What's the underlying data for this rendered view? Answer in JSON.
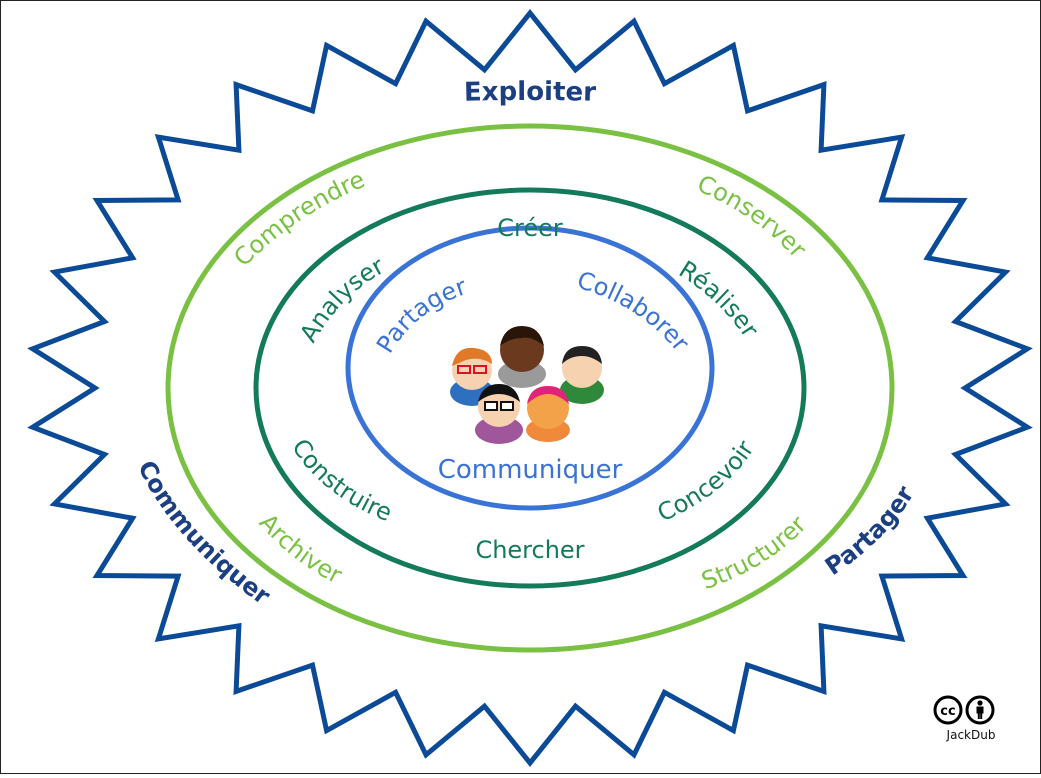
{
  "colors": {
    "star": "#0b4a96",
    "outer_ring": "#7ac143",
    "middle_ring": "#137a5a",
    "inner_ring": "#3a73d6",
    "star_text": "#1b3f82",
    "outer_text": "#7ac143",
    "middle_text": "#137a5a",
    "inner_text": "#3a73d6"
  },
  "star_labels": {
    "top": "Exploiter",
    "left": "Communiquer",
    "right": "Partager"
  },
  "outer_ring_labels": {
    "top_left": "Comprendre",
    "top_right": "Conserver",
    "bottom_left": "Archiver",
    "bottom_right": "Structurer"
  },
  "middle_ring_labels": {
    "top": "Créer",
    "top_left": "Analyser",
    "top_right": "Réaliser",
    "bottom_left": "Construire",
    "bottom_right": "Concevoir",
    "bottom": "Chercher"
  },
  "inner_ring_labels": {
    "top_left": "Partager",
    "top_right": "Collaborer",
    "bottom": "Communiquer"
  },
  "center_image": "group-of-people-icon",
  "credit": {
    "license_icon": "creative-commons-by-icon",
    "author": "JackDub"
  }
}
